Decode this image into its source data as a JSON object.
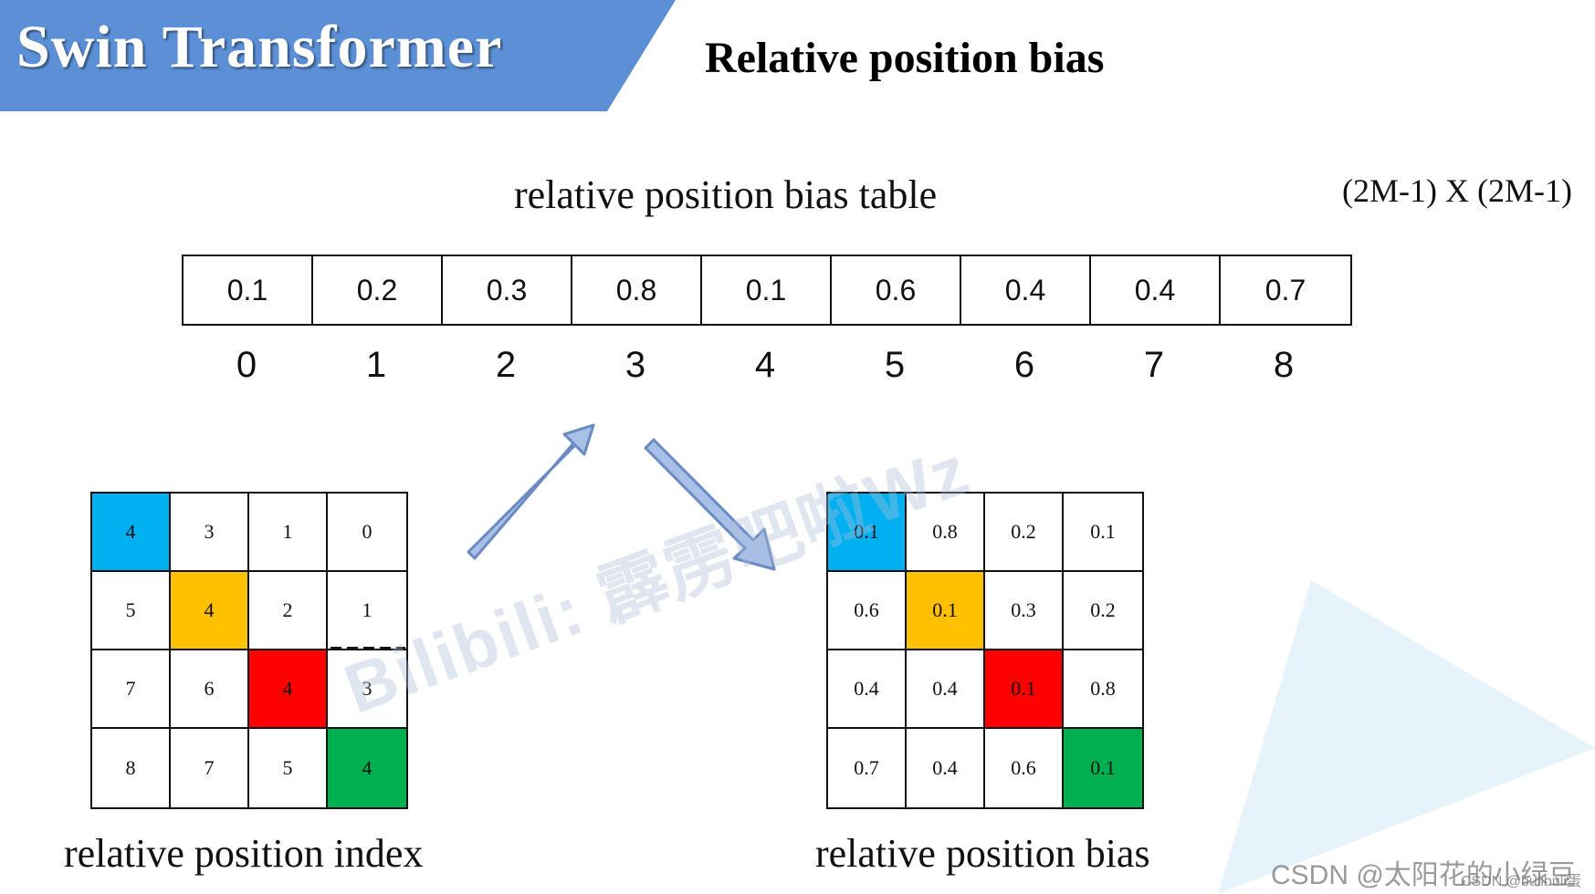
{
  "header": {
    "title": "Swin Transformer",
    "subtitle": "Relative position bias",
    "banner_color": "#5b8fd6"
  },
  "bias_table": {
    "caption": "relative position bias table",
    "dims": "(2M-1) X (2M-1)",
    "values": [
      "0.1",
      "0.2",
      "0.3",
      "0.8",
      "0.1",
      "0.6",
      "0.4",
      "0.4",
      "0.7"
    ],
    "indices": [
      "0",
      "1",
      "2",
      "3",
      "4",
      "5",
      "6",
      "7",
      "8"
    ]
  },
  "index_grid": {
    "caption": "relative position index",
    "cells": [
      [
        "4",
        "3",
        "1",
        "0"
      ],
      [
        "5",
        "4",
        "2",
        "1"
      ],
      [
        "7",
        "6",
        "4",
        "3"
      ],
      [
        "8",
        "7",
        "5",
        "4"
      ]
    ]
  },
  "bias_grid": {
    "caption": "relative position bias",
    "cells": [
      [
        "0.1",
        "0.8",
        "0.2",
        "0.1"
      ],
      [
        "0.6",
        "0.1",
        "0.3",
        "0.2"
      ],
      [
        "0.4",
        "0.4",
        "0.1",
        "0.8"
      ],
      [
        "0.7",
        "0.4",
        "0.6",
        "0.1"
      ]
    ]
  },
  "highlight_colors": {
    "blue": "#00b0f0",
    "orange": "#ffc000",
    "red": "#ff0000",
    "green": "#00b050"
  },
  "icons": {
    "arrow_up": "arrow-up-right-icon",
    "arrow_down": "arrow-down-right-icon"
  },
  "watermark": "Bilibili: 霹雳吧啦Wz",
  "credit": "CSDN @太阳花的小绿豆",
  "credit_small": "CSDN @bulibuli蛋"
}
